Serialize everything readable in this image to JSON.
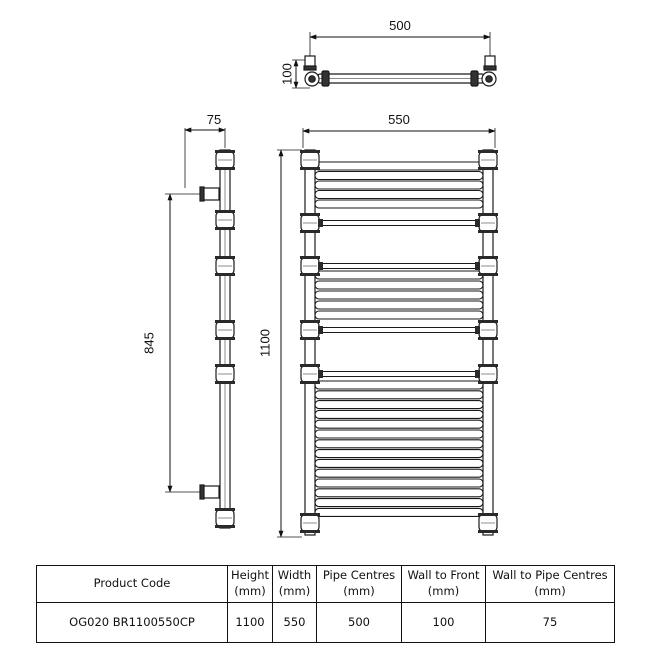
{
  "dimensions": {
    "top_pipe_centres": "500",
    "top_depth": "100",
    "side_wall_to_pipe": "75",
    "front_width": "550",
    "side_pipe_span": "845",
    "front_height": "1100"
  },
  "table": {
    "headers": [
      {
        "line1": "Product Code",
        "line2": ""
      },
      {
        "line1": "Height",
        "line2": "(mm)"
      },
      {
        "line1": "Width",
        "line2": "(mm)"
      },
      {
        "line1": "Pipe Centres",
        "line2": "(mm)"
      },
      {
        "line1": "Wall to Front",
        "line2": "(mm)"
      },
      {
        "line1": "Wall to Pipe Centres",
        "line2": "(mm)"
      }
    ],
    "row": [
      "OG020 BR1100550CP",
      "1100",
      "550",
      "500",
      "100",
      "75"
    ]
  },
  "style": {
    "line_color": "#1a1a1a",
    "metal_fill": "#ffffff"
  }
}
